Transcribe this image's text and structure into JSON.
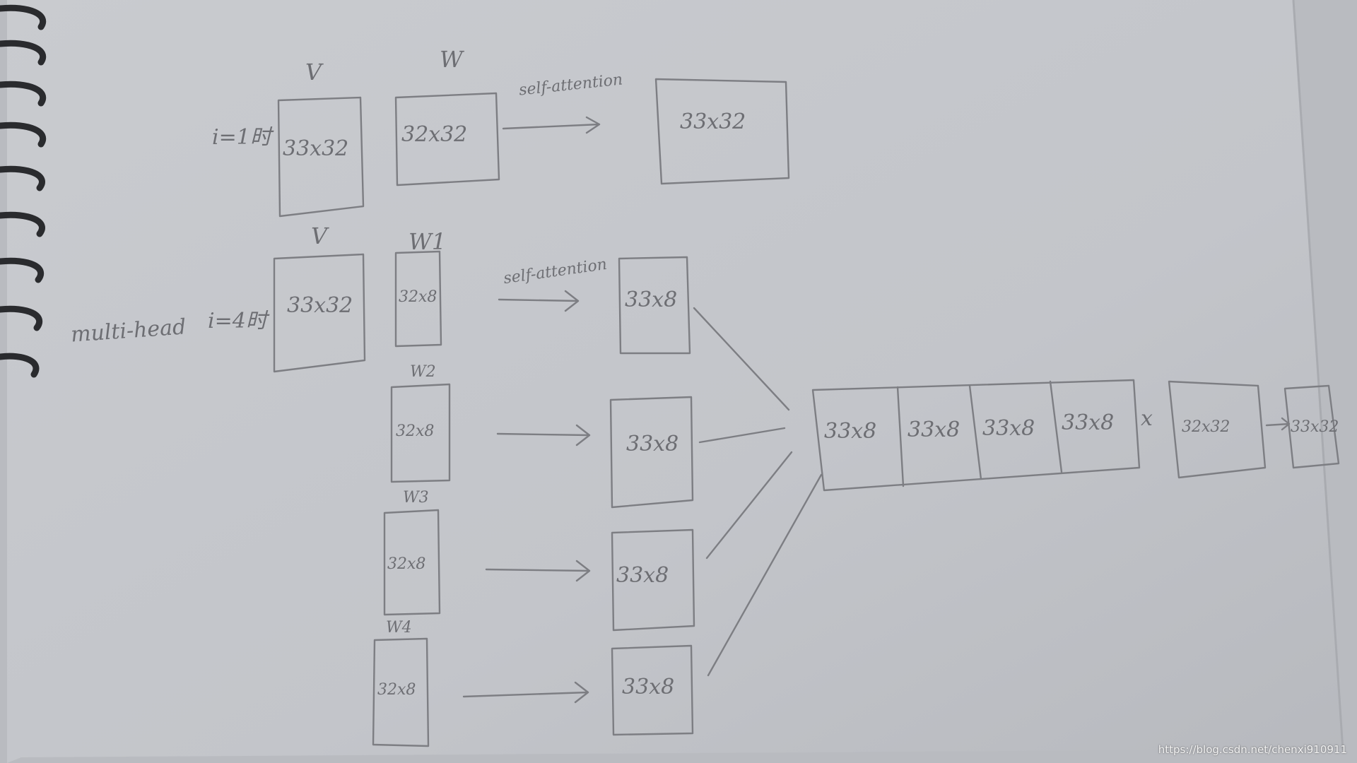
{
  "top_row": {
    "condition": "i=1时",
    "V": {
      "label": "V",
      "dims": "33x32"
    },
    "W": {
      "label": "W",
      "dims": "32x32"
    },
    "arrow_label": "self-attention",
    "out": {
      "dims": "33x32"
    }
  },
  "multi_head": {
    "label": "multi-head",
    "condition": "i=4时",
    "V": {
      "label": "V",
      "dims": "33x32"
    },
    "arrow_label": "self-attention",
    "heads": [
      {
        "w_label": "W1",
        "w_dims": "32x8",
        "out_dims": "33x8"
      },
      {
        "w_label": "W2",
        "w_dims": "32x8",
        "out_dims": "33x8"
      },
      {
        "w_label": "W3",
        "w_dims": "32x8",
        "out_dims": "33x8"
      },
      {
        "w_label": "W4",
        "w_dims": "32x8",
        "out_dims": "33x8"
      }
    ],
    "concat": [
      "33x8",
      "33x8",
      "33x8",
      "33x8"
    ],
    "times": "x",
    "proj_dims": "32x32",
    "result_dims": "33x32"
  },
  "watermark": "https://blog.csdn.net/chenxi910911",
  "colors": {
    "paper": "#c6c8cc",
    "ink": "#7c7d82"
  }
}
